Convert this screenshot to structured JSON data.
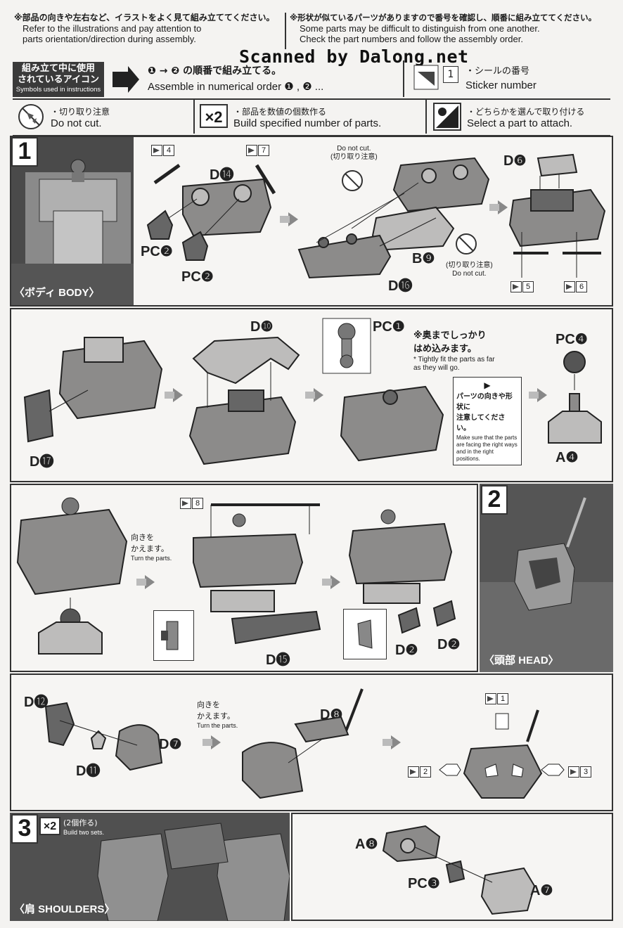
{
  "notes": {
    "left_jp": "※部品の向きや左右など、イラストをよく見て組み立ててください。",
    "left_en1": "Refer to the illustrations and pay attention to",
    "left_en2": "parts orientation/direction during assembly.",
    "right_jp": "※形状が似ているパーツがありますので番号を確認し、順番に組み立ててください。",
    "right_en1": "Some parts may be difficult to distinguish from one another.",
    "right_en2": "Check the part numbers and follow the assembly order."
  },
  "watermark": "Scanned by Dalong.net",
  "icons_header": {
    "title_jp1": "組み立て中に使用",
    "title_jp2": "されているアイコン",
    "title_en": "Symbols used in instructions",
    "order_jp_a": "❶",
    "order_arrow": "→",
    "order_jp_b": "❷",
    "order_jp_c": "の順番で組み立てる。",
    "order_en": "Assemble in numerical order ❶ , ❷ ...",
    "sticker_num": "1",
    "sticker_jp": "・シールの番号",
    "sticker_en": "Sticker number",
    "cut_jp": "・切り取り注意",
    "cut_en": "Do not cut.",
    "x2_label": "×2",
    "x2_jp": "・部品を数値の個数作る",
    "x2_en": "Build specified number of parts.",
    "choose_jp": "・どちらかを選んで取り付ける",
    "choose_en": "Select a part to attach."
  },
  "step1": {
    "num": "1",
    "caption": "〈ボディ BODY〉",
    "labels": {
      "d14": "D⓮",
      "pc2a": "PC❷",
      "pc2b": "PC❷",
      "d6": "D❻",
      "b9": "B❾",
      "d16": "D⓰",
      "d10": "D❿",
      "d17": "D⓱",
      "pc1": "PC❶",
      "pc4": "PC❹",
      "a4": "A❹",
      "d15": "D⓯",
      "d2a": "D❷",
      "d2b": "D❷"
    },
    "stickers": [
      "4",
      "7",
      "5",
      "6",
      "8"
    ],
    "do_not_cut_en": "Do not cut.",
    "do_not_cut_jp": "(切り取り注意)",
    "do_not_cut_jp2": "(切り取り注意)",
    "do_not_cut_en2": "Do not cut.",
    "tight_jp1": "※奥までしっかり",
    "tight_jp2": "はめ込みます。",
    "tight_en": "* Tightly fit the parts as far as they will go.",
    "orient_jp1": "パーツの向きや形状に",
    "orient_jp2": "注意してください。",
    "orient_en": "Make sure that the parts are facing the right ways and in the right positions.",
    "turn_jp1": "向きを",
    "turn_jp2": "かえます。",
    "turn_en": "Turn the parts."
  },
  "step2": {
    "num": "2",
    "caption": "〈頭部 HEAD〉",
    "labels": {
      "d12": "D⓬",
      "d11": "D⓫",
      "d7": "D❼",
      "d8": "D❽"
    },
    "stickers": [
      "1",
      "2",
      "3"
    ],
    "turn_jp1": "向きを",
    "turn_jp2": "かえます。",
    "turn_en": "Turn the parts."
  },
  "step3": {
    "num": "3",
    "x2_label": "×2",
    "x2_jp": "(2個作る)",
    "x2_en": "Build two sets.",
    "caption": "〈肩 SHOULDERS〉",
    "labels": {
      "a8": "A❽",
      "pc3": "PC❸",
      "a7": "A❼"
    }
  }
}
